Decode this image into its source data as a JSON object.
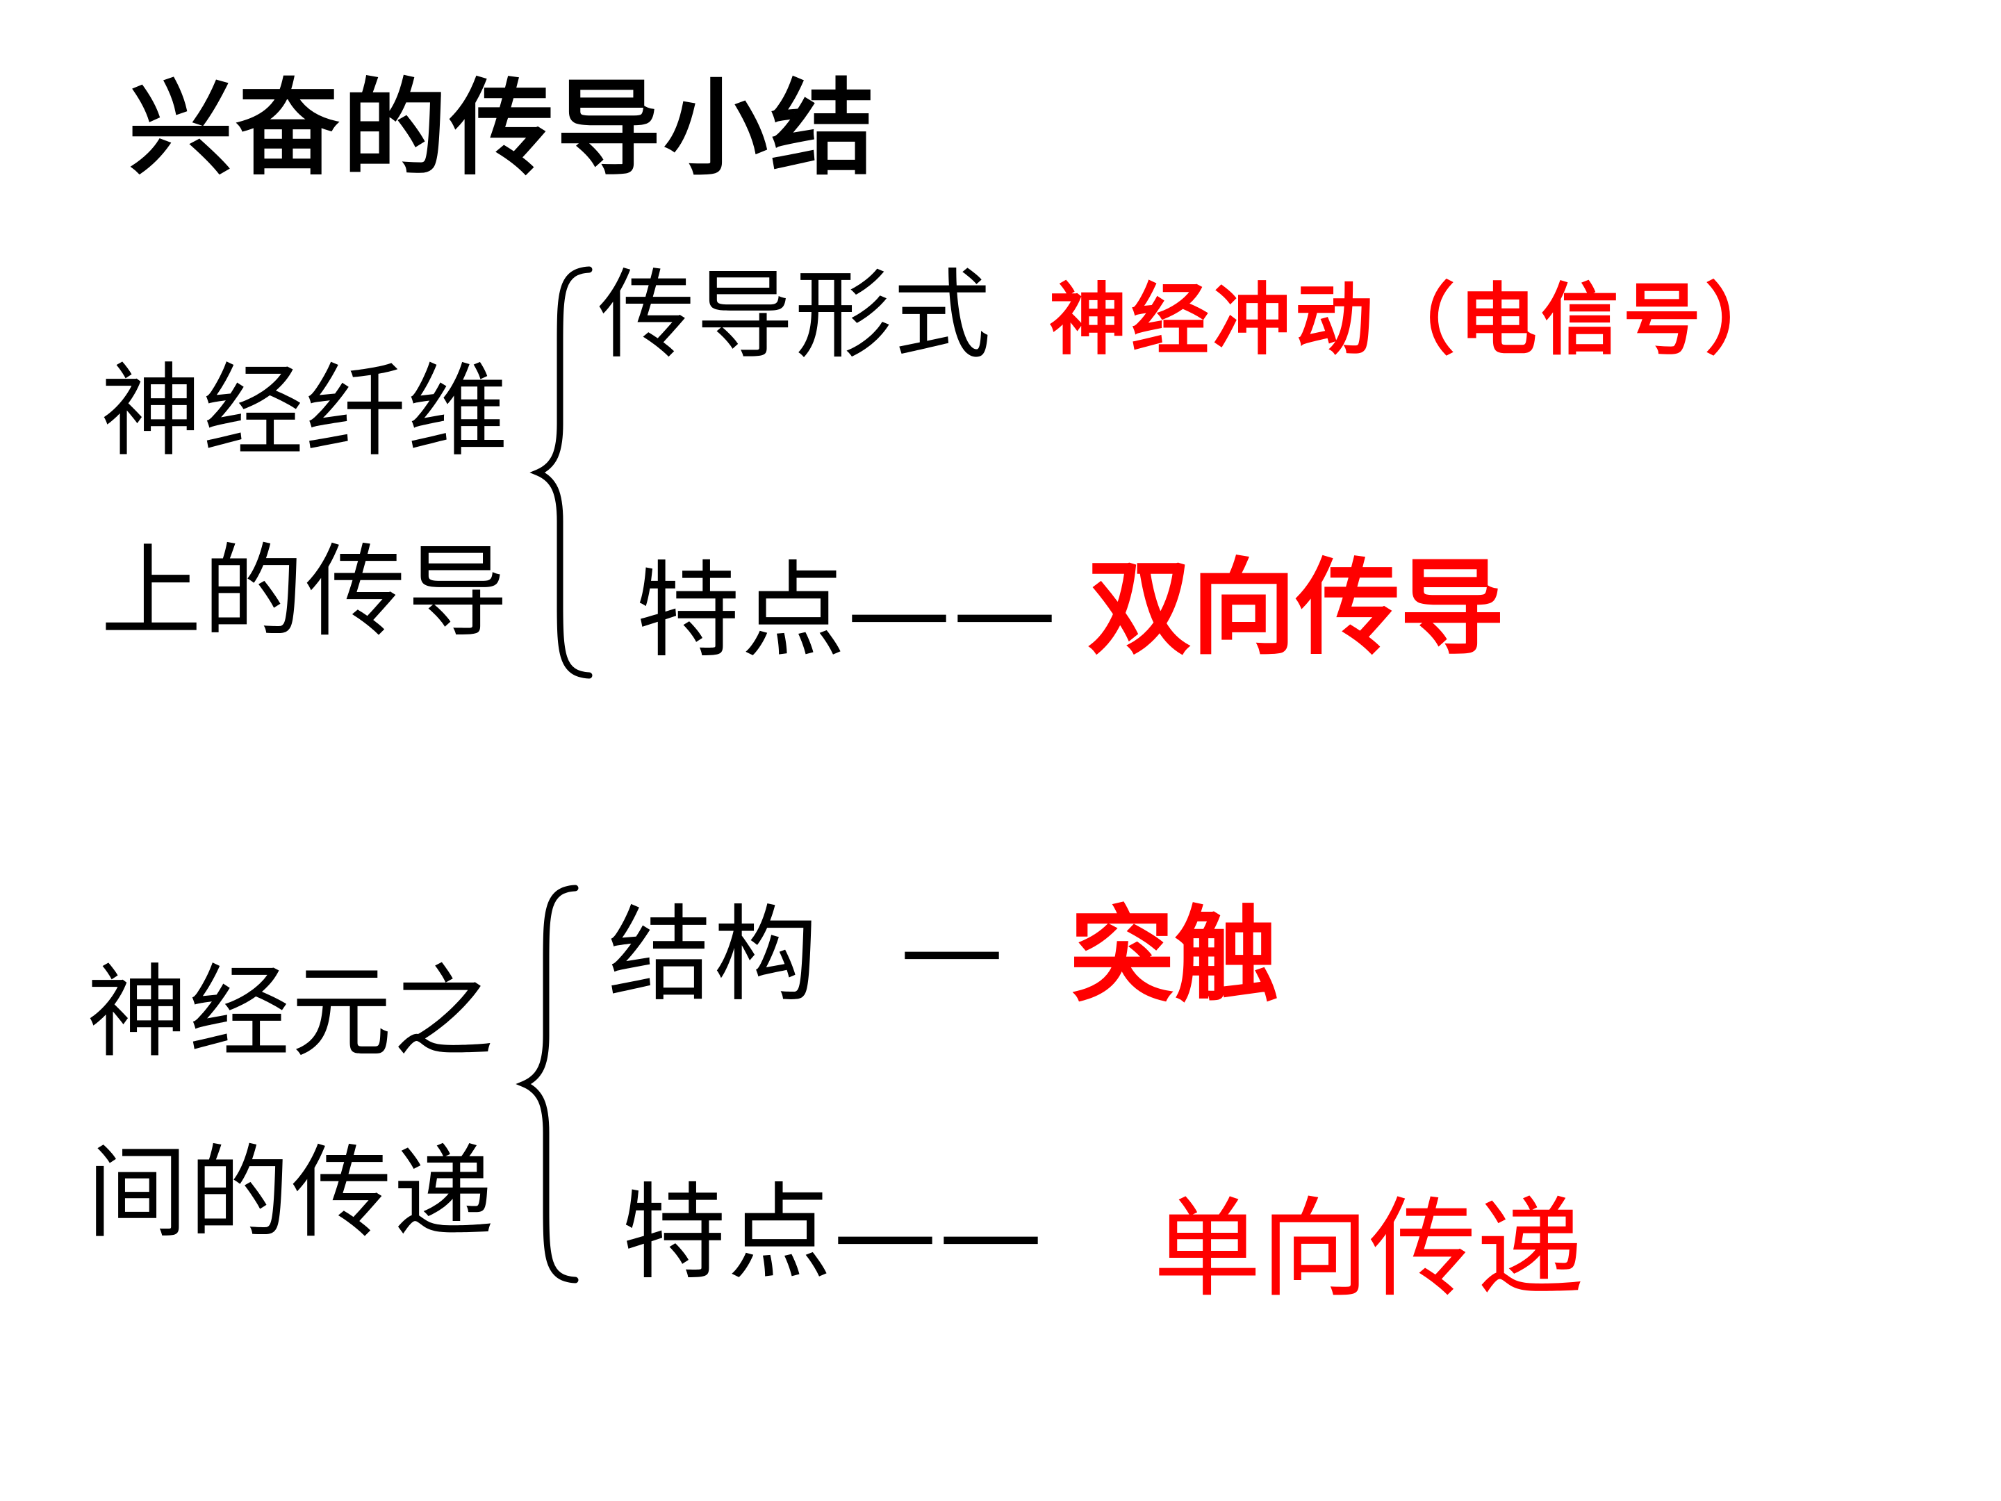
{
  "title": "兴奋的传导小结",
  "colors": {
    "text": "#000000",
    "highlight": "#ff0000",
    "background": "#ffffff"
  },
  "section1": {
    "topic_line1": "神经纤维",
    "topic_line2": "上的传导",
    "form_label": "传导形式",
    "form_value": "神经冲动（电信号）",
    "feature_label": "特点——",
    "feature_value": "双向传导"
  },
  "section2": {
    "topic_line1": "神经元之",
    "topic_line2": "间的传递",
    "structure_label": "结构",
    "structure_dash": "—",
    "structure_value": "突触",
    "feature_label": "特点——",
    "feature_value": "单向传递"
  }
}
